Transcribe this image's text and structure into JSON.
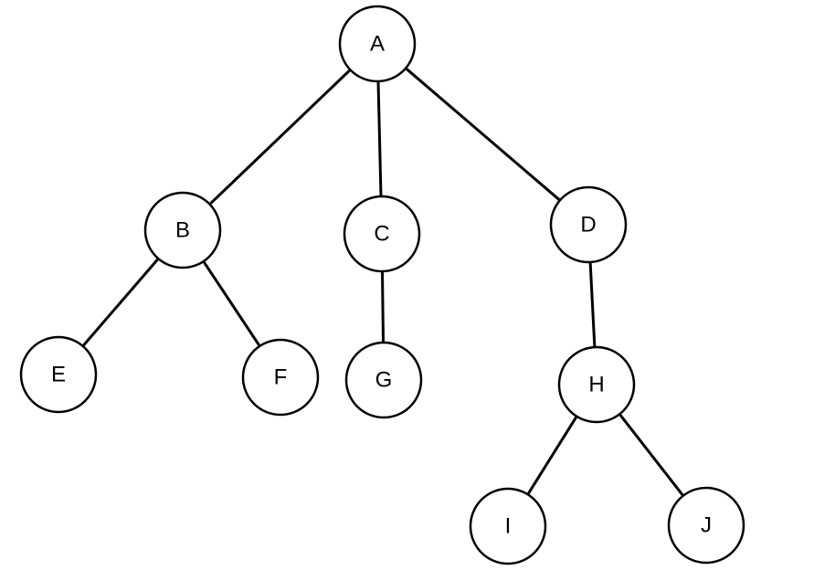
{
  "diagram": {
    "type": "tree",
    "colors": {
      "background": "#ffffff",
      "stroke": "#000000",
      "node_fill": "#ffffff",
      "text": "#000000"
    },
    "nodes": [
      {
        "id": "A",
        "label": "A"
      },
      {
        "id": "B",
        "label": "B"
      },
      {
        "id": "C",
        "label": "C"
      },
      {
        "id": "D",
        "label": "D"
      },
      {
        "id": "E",
        "label": "E"
      },
      {
        "id": "F",
        "label": "F"
      },
      {
        "id": "G",
        "label": "G"
      },
      {
        "id": "H",
        "label": "H"
      },
      {
        "id": "I",
        "label": "I"
      },
      {
        "id": "J",
        "label": "J"
      }
    ],
    "edges": [
      {
        "from": "A",
        "to": "B"
      },
      {
        "from": "A",
        "to": "C"
      },
      {
        "from": "A",
        "to": "D"
      },
      {
        "from": "B",
        "to": "E"
      },
      {
        "from": "B",
        "to": "F"
      },
      {
        "from": "C",
        "to": "G"
      },
      {
        "from": "D",
        "to": "H"
      },
      {
        "from": "H",
        "to": "I"
      },
      {
        "from": "H",
        "to": "J"
      }
    ]
  }
}
